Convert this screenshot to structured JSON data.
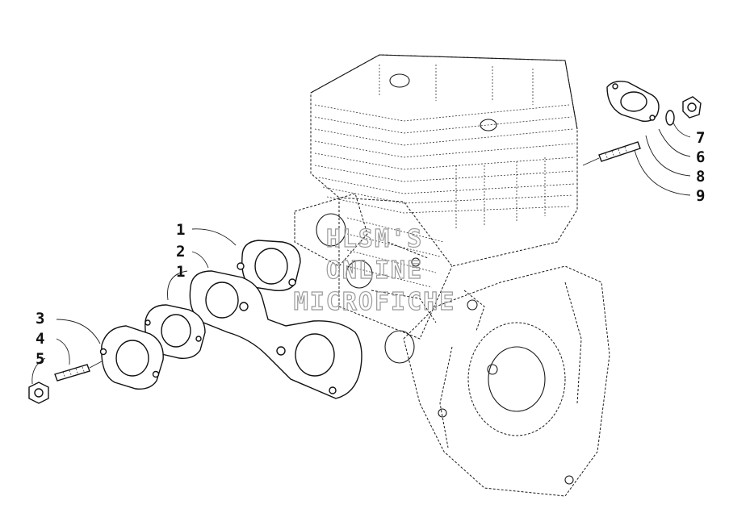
{
  "diagram": {
    "callouts": [
      {
        "id": "c1a",
        "text": "1"
      },
      {
        "id": "c2",
        "text": "2"
      },
      {
        "id": "c1b",
        "text": "1"
      },
      {
        "id": "c3",
        "text": "3"
      },
      {
        "id": "c4",
        "text": "4"
      },
      {
        "id": "c5",
        "text": "5"
      },
      {
        "id": "c7",
        "text": "7"
      },
      {
        "id": "c6",
        "text": "6"
      },
      {
        "id": "c8",
        "text": "8"
      },
      {
        "id": "c9",
        "text": "9"
      }
    ]
  },
  "watermark": {
    "line1": "HLSM'S",
    "line2": "ONLINE",
    "line3": "MICROFICHE"
  }
}
